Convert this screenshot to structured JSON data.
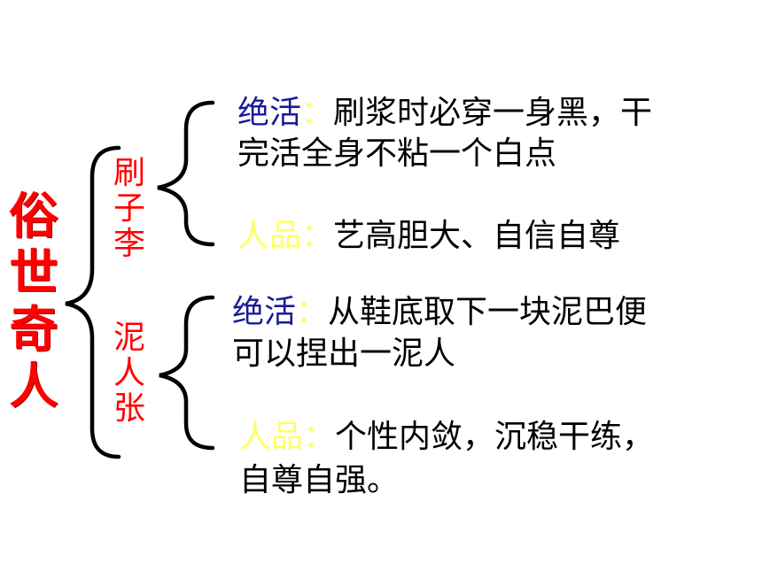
{
  "title_chars": [
    "俗",
    "世",
    "奇",
    "人"
  ],
  "people": [
    {
      "name_chars": [
        "刷",
        "子",
        "李"
      ],
      "skill": {
        "label": "绝活",
        "colon": "：",
        "line1": "刷浆时必穿一身黑，干",
        "line2": "完活全身不粘一个白点"
      },
      "character": {
        "label": "人品",
        "colon": "：",
        "line1": "艺高胆大、自信自尊"
      }
    },
    {
      "name_chars": [
        "泥",
        "人",
        "张"
      ],
      "skill": {
        "label": "绝活",
        "colon": "：",
        "line1": "从鞋底取下一块泥巴便",
        "line2": "可以捏出一泥人"
      },
      "character": {
        "label": "人品",
        "colon": "：",
        "line1": "个性内敛，沉稳干练，",
        "line2": "自尊自强。"
      }
    }
  ],
  "colors": {
    "title": "#ff0000",
    "skill_label": "#1a1a9a",
    "character_label": "#ffff66",
    "body_text": "#000000",
    "bracket": "#000000"
  }
}
